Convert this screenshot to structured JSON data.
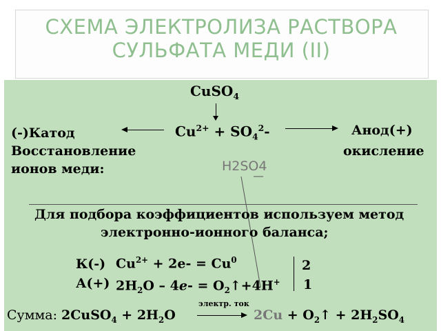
{
  "title": {
    "line1": "СХЕМА ЭЛЕКТРОЛИЗА РАСТВОРА",
    "line2": "СУЛЬФАТА МЕДИ (II)"
  },
  "scheme": {
    "salt": "CuSO",
    "salt_sub": "4",
    "ions": {
      "cu": "Cu",
      "cu_charge": "2+",
      "plus": " + SO",
      "so4_sub": "4",
      "so4_charge": "2",
      "minus": "-"
    },
    "cathode_line1": "(-)Катод",
    "cathode_line2": "Восстановление",
    "cathode_line3": "ионов меди:",
    "anode_line1": "Анод(+)",
    "anode_line2": "окисление",
    "acid_label": "H2SO4"
  },
  "balance_intro": {
    "line1": "Для подбора коэффициентов используем метод",
    "line2": "электронно-ионного баланса",
    "line2_end": ";"
  },
  "half_reactions": {
    "cathode_label": "К(-)",
    "cathode_eq_a": "Cu",
    "cathode_eq_charge": "2+",
    "cathode_eq_b": " + 2e- = Cu",
    "cathode_eq_zero": "0",
    "cathode_coef": "2",
    "anode_label": "А(+)",
    "anode_eq_a": "2H",
    "anode_eq_sub1": "2",
    "anode_eq_b": "O – 4",
    "anode_eq_e": "e",
    "anode_eq_c": "- = O",
    "anode_eq_sub2": "2",
    "anode_eq_d": "↑+4H",
    "anode_eq_charge": "+",
    "anode_coef": "1"
  },
  "sum": {
    "label": "Сумма: ",
    "left_a": "2CuSO",
    "left_sub1": "4",
    "left_b": " + 2H",
    "left_sub2": "2",
    "left_c": "O",
    "arrow_label": "электр. ток",
    "right_cu": "2Cu",
    "right_a": " + O",
    "right_sub1": "2",
    "right_b": "↑ + 2H",
    "right_sub2": "2",
    "right_c": "SO",
    "right_sub3": "4"
  },
  "colors": {
    "title": "#8fbf8f",
    "slide_bg": "#c2dfbd",
    "gray_text": "#777777"
  }
}
